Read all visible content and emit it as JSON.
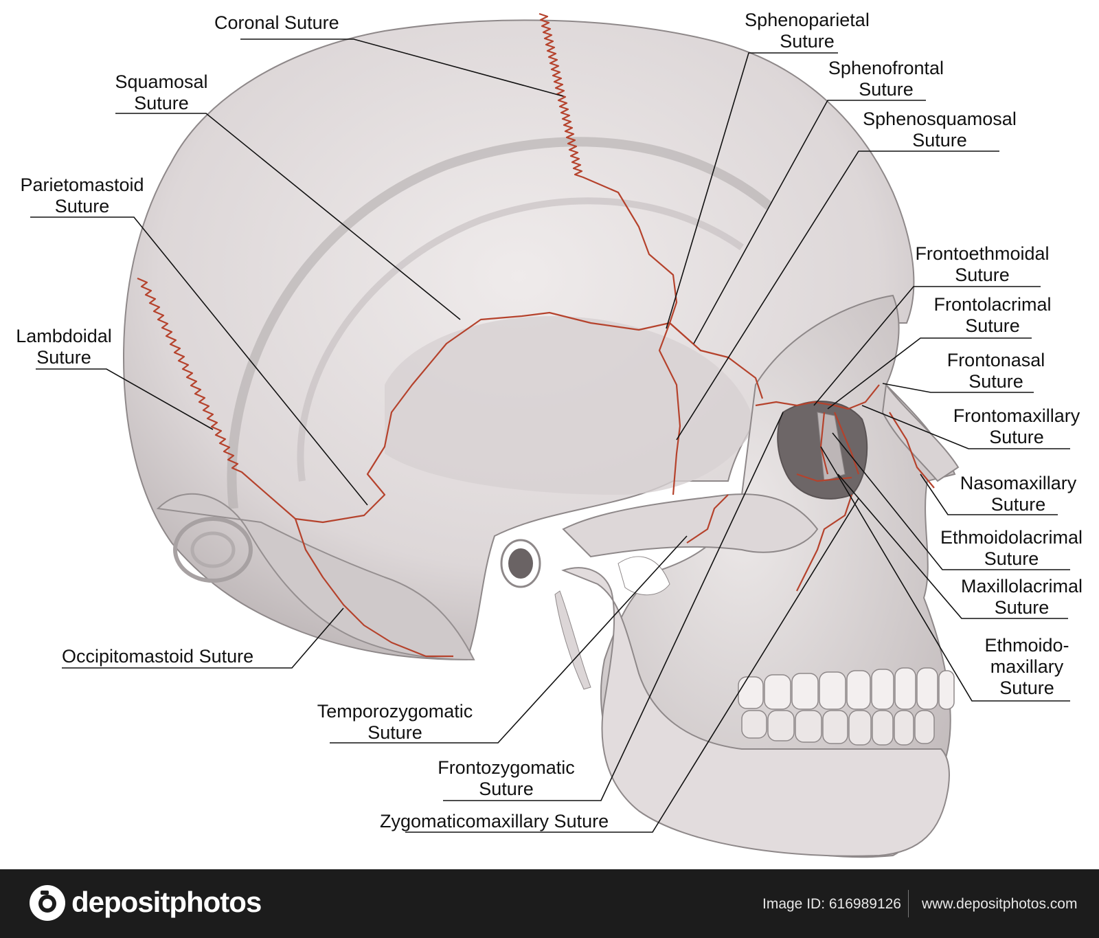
{
  "labels": {
    "coronal": "Coronal Suture",
    "squamosal": "Squamosal\nSuture",
    "parietomastoid": "Parietomastoid\nSuture",
    "lambdoidal": "Lambdoidal\nSuture",
    "occipitomastoid": "Occipitomastoid Suture",
    "temporozygomatic": "Temporozygomatic\nSuture",
    "frontozygomatic": "Frontozygomatic\nSuture",
    "zygomaticomaxillary": "Zygomaticomaxillary Suture",
    "sphenoparietal": "Sphenoparietal\nSuture",
    "sphenofrontal": "Sphenofrontal\nSuture",
    "sphenosquamosal": "Sphenosquamosal\nSuture",
    "frontoethmoidal": "Frontoethmoidal\nSuture",
    "frontolacrimal": "Frontolacrimal\nSuture",
    "frontonasal": "Frontonasal\nSuture",
    "frontomaxillary": "Frontomaxillary\nSuture",
    "nasomaxillary": "Nasomaxillary\nSuture",
    "ethmoidolacrimal": "Ethmoidolacrimal\nSuture",
    "maxillolacrimal": "Maxillolacrimal\nSuture",
    "ethmoidomaxillary": "Ethmoido-\nmaxillary\nSuture"
  },
  "colors": {
    "bone": "#e6e1e1",
    "bone_shadow": "#a9a3a4",
    "suture": "#b5422c",
    "leader": "#111111",
    "footer": "#1c1c1c"
  },
  "footer": {
    "brand": "depositphotos",
    "image_id": "Image ID: 616989126",
    "site": "www.depositphotos.com",
    "logo_icon": "camera-icon"
  }
}
